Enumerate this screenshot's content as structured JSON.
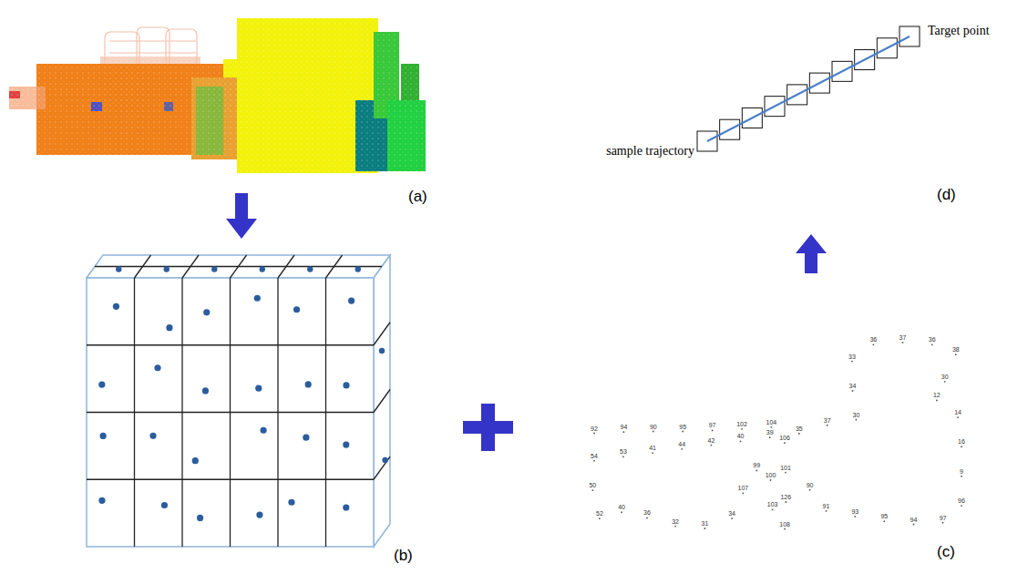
{
  "diagram": {
    "labels": [
      "(a)",
      "(b)",
      "(c)",
      "(d)",
      "sample trajectory",
      "Target point",
      "92",
      "94",
      "90",
      "95",
      "97",
      "102",
      "104",
      "106",
      "101",
      "126",
      "108",
      "103",
      "100",
      "99",
      "107",
      "34",
      "31",
      "32",
      "36",
      "40",
      "52",
      "50",
      "54",
      "53",
      "41",
      "44",
      "42",
      "40",
      "39",
      "35",
      "37",
      "30",
      "34",
      "33",
      "36",
      "37",
      "36",
      "38",
      "30",
      "12",
      "14",
      "16",
      "9",
      "96",
      "97",
      "94",
      "95",
      "93",
      "91",
      "90"
    ]
  }
}
